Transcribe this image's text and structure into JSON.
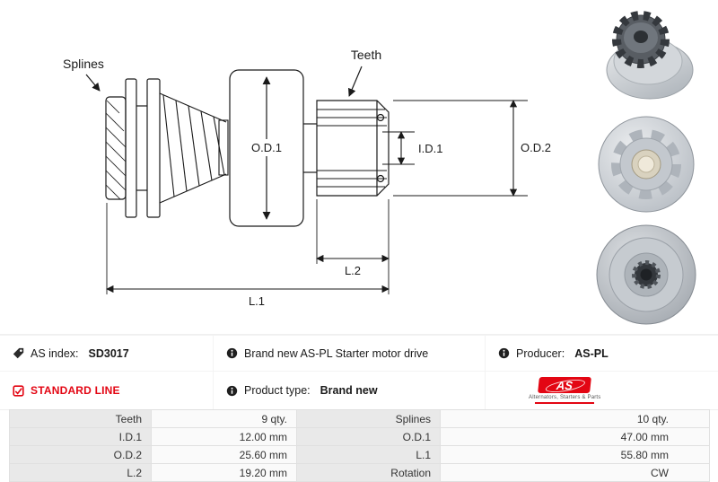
{
  "diagram": {
    "labels": {
      "splines": "Splines",
      "teeth": "Teeth",
      "od1": "O.D.1",
      "id1": "I.D.1",
      "od2": "O.D.2",
      "l1": "L.1",
      "l2": "L.2"
    }
  },
  "info": {
    "as_index_label": "AS index:",
    "as_index_value": "SD3017",
    "standard_line": "STANDARD LINE",
    "description": "Brand new AS-PL Starter motor drive",
    "product_type_label": "Product type:",
    "product_type_value": "Brand new",
    "producer_label": "Producer:",
    "producer_value": "AS-PL",
    "logo_text": "AS",
    "logo_tagline": "Alternators, Starters & Parts"
  },
  "table": {
    "rows": [
      {
        "label1": "Teeth",
        "value1": "9 qty.",
        "label2": "Splines",
        "value2": "10 qty."
      },
      {
        "label1": "I.D.1",
        "value1": "12.00 mm",
        "label2": "O.D.1",
        "value2": "47.00 mm"
      },
      {
        "label1": "O.D.2",
        "value1": "25.60 mm",
        "label2": "L.1",
        "value2": "55.80 mm"
      },
      {
        "label1": "L.2",
        "value1": "19.20 mm",
        "label2": "Rotation",
        "value2": "CW"
      }
    ]
  },
  "colors": {
    "accent_red": "#e30613",
    "line_color": "#1a1a1a",
    "table_label_bg": "#e9e9e9",
    "table_value_bg": "#fafafa",
    "table_border": "#e0e0e0"
  }
}
